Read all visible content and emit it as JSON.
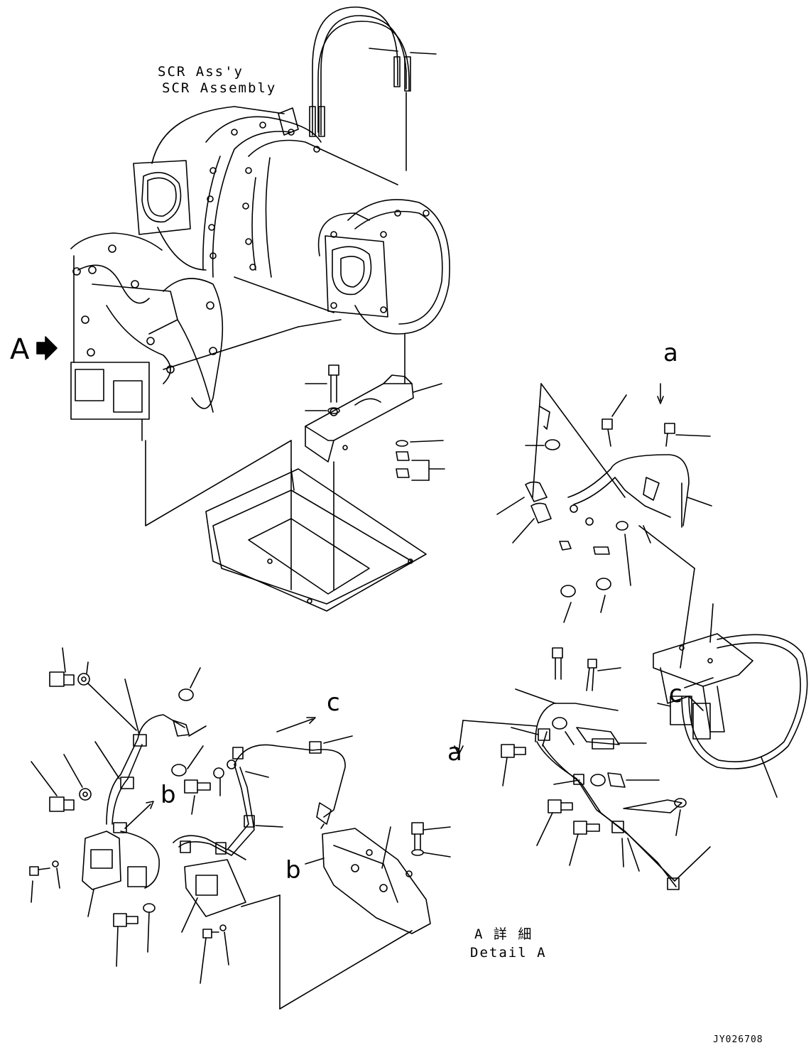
{
  "title": {
    "line1": "SCR Ass'y",
    "line2": "SCR Assembly"
  },
  "view_arrow_label": "A",
  "detail_caption": {
    "line1": "A 詳 細",
    "line2": "Detail A"
  },
  "callouts": {
    "a_upper": "a",
    "a_lower": "a",
    "b_left": "b",
    "b_right": "b",
    "c_left": "c",
    "c_right": "c"
  },
  "document_id": "JY026708",
  "colors": {
    "line": "#000000",
    "background": "#ffffff"
  }
}
